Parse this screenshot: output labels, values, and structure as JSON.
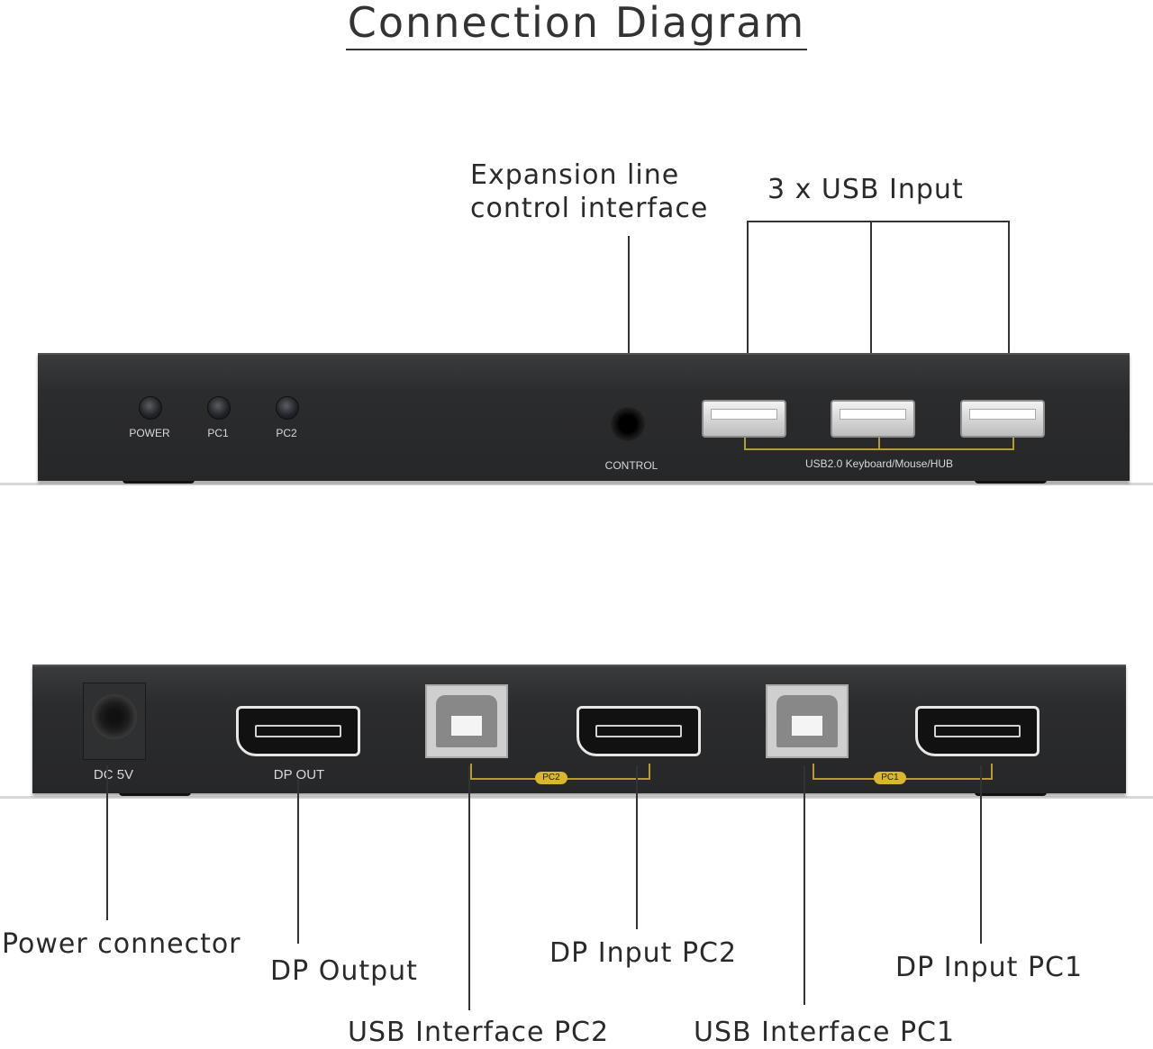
{
  "title": "Connection Diagram",
  "front_panel": {
    "leds": [
      {
        "label": "POWER"
      },
      {
        "label": "PC1"
      },
      {
        "label": "PC2"
      }
    ],
    "control_label": "CONTROL",
    "usb_group_label": "USB2.0 Keyboard/Mouse/HUB"
  },
  "rear_panel": {
    "dc_label": "DC 5V",
    "dp_out_label": "DP OUT",
    "tags": [
      "PC2",
      "PC1"
    ]
  },
  "callouts": {
    "expansion_line1": "Expansion line",
    "expansion_line2": "control interface",
    "usb_input": "3 x USB Input",
    "power_connector": "Power connector",
    "dp_output": "DP Output",
    "dp_input_pc2": "DP Input PC2",
    "dp_input_pc1": "DP Input PC1",
    "usb_interface_pc2": "USB Interface PC2",
    "usb_interface_pc1": "USB Interface PC1"
  }
}
